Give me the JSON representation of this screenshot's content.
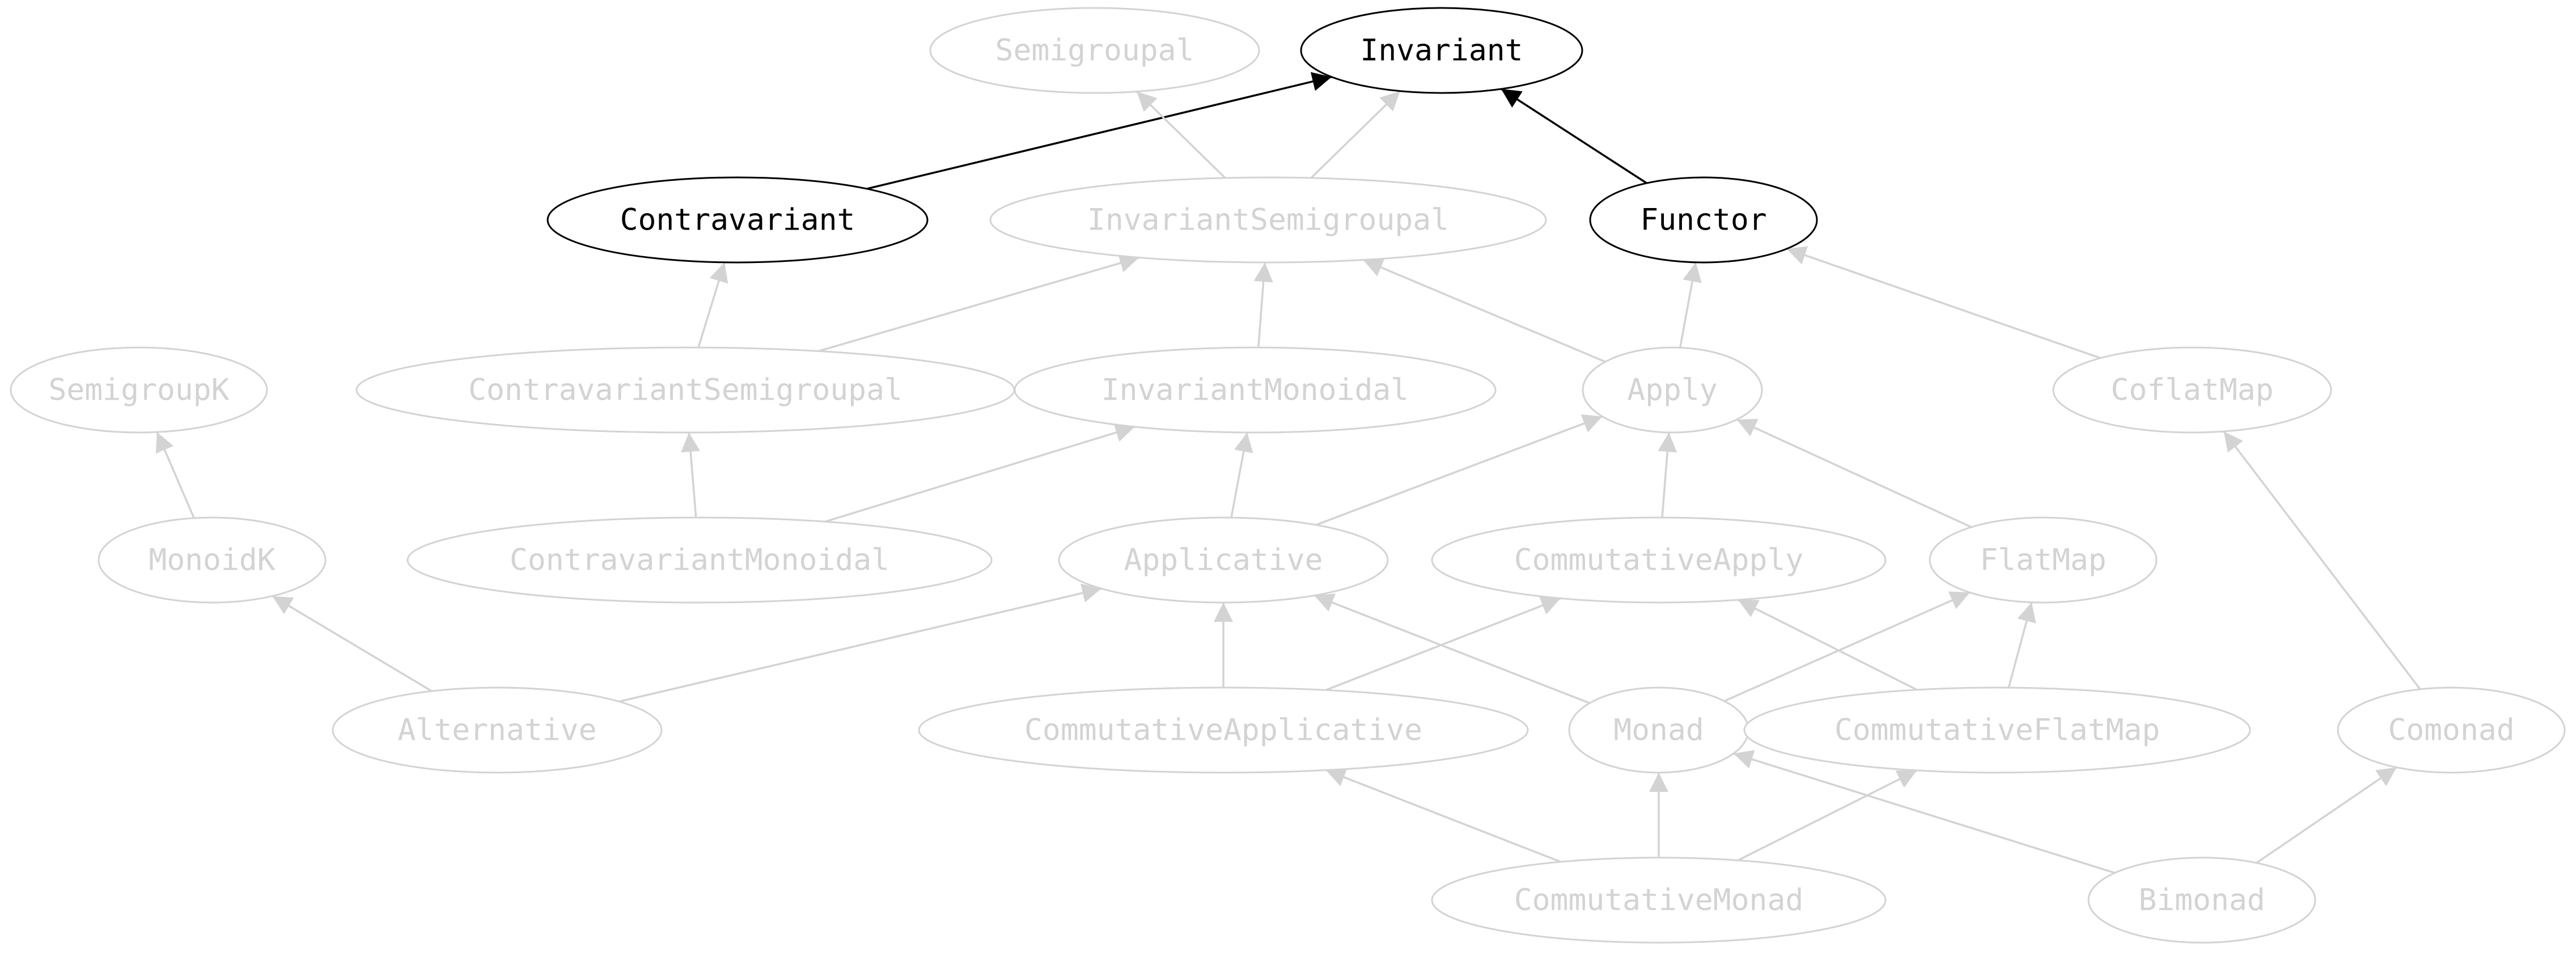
{
  "colors": {
    "highlight": "#000000",
    "faded": "#d3d3d3"
  },
  "nodes": {
    "semigroupal": {
      "label": "Semigroupal",
      "highlighted": false
    },
    "invariant": {
      "label": "Invariant",
      "highlighted": true
    },
    "contravariant": {
      "label": "Contravariant",
      "highlighted": true
    },
    "invariant_semigroupal": {
      "label": "InvariantSemigroupal",
      "highlighted": false
    },
    "functor": {
      "label": "Functor",
      "highlighted": true
    },
    "semigroupk": {
      "label": "SemigroupK",
      "highlighted": false
    },
    "contravariant_semigroupal": {
      "label": "ContravariantSemigroupal",
      "highlighted": false
    },
    "invariant_monoidal": {
      "label": "InvariantMonoidal",
      "highlighted": false
    },
    "apply": {
      "label": "Apply",
      "highlighted": false
    },
    "coflatmap": {
      "label": "CoflatMap",
      "highlighted": false
    },
    "monoidk": {
      "label": "MonoidK",
      "highlighted": false
    },
    "contravariant_monoidal": {
      "label": "ContravariantMonoidal",
      "highlighted": false
    },
    "applicative": {
      "label": "Applicative",
      "highlighted": false
    },
    "commutative_apply": {
      "label": "CommutativeApply",
      "highlighted": false
    },
    "flatmap": {
      "label": "FlatMap",
      "highlighted": false
    },
    "alternative": {
      "label": "Alternative",
      "highlighted": false
    },
    "commutative_applicative": {
      "label": "CommutativeApplicative",
      "highlighted": false
    },
    "monad": {
      "label": "Monad",
      "highlighted": false
    },
    "commutative_flatmap": {
      "label": "CommutativeFlatMap",
      "highlighted": false
    },
    "comonad": {
      "label": "Comonad",
      "highlighted": false
    },
    "commutative_monad": {
      "label": "CommutativeMonad",
      "highlighted": false
    },
    "bimonad": {
      "label": "Bimonad",
      "highlighted": false
    }
  },
  "edges": [
    {
      "from": "contravariant",
      "to": "invariant",
      "highlighted": true
    },
    {
      "from": "functor",
      "to": "invariant",
      "highlighted": true
    },
    {
      "from": "invariant_semigroupal",
      "to": "semigroupal",
      "highlighted": false
    },
    {
      "from": "invariant_semigroupal",
      "to": "invariant",
      "highlighted": false
    },
    {
      "from": "contravariant_semigroupal",
      "to": "contravariant",
      "highlighted": false
    },
    {
      "from": "contravariant_semigroupal",
      "to": "invariant_semigroupal",
      "highlighted": false
    },
    {
      "from": "invariant_monoidal",
      "to": "invariant_semigroupal",
      "highlighted": false
    },
    {
      "from": "apply",
      "to": "invariant_semigroupal",
      "highlighted": false
    },
    {
      "from": "apply",
      "to": "functor",
      "highlighted": false
    },
    {
      "from": "coflatmap",
      "to": "functor",
      "highlighted": false
    },
    {
      "from": "monoidk",
      "to": "semigroupk",
      "highlighted": false
    },
    {
      "from": "contravariant_monoidal",
      "to": "contravariant_semigroupal",
      "highlighted": false
    },
    {
      "from": "contravariant_monoidal",
      "to": "invariant_monoidal",
      "highlighted": false
    },
    {
      "from": "applicative",
      "to": "invariant_monoidal",
      "highlighted": false
    },
    {
      "from": "applicative",
      "to": "apply",
      "highlighted": false
    },
    {
      "from": "commutative_apply",
      "to": "apply",
      "highlighted": false
    },
    {
      "from": "flatmap",
      "to": "apply",
      "highlighted": false
    },
    {
      "from": "alternative",
      "to": "monoidk",
      "highlighted": false
    },
    {
      "from": "alternative",
      "to": "applicative",
      "highlighted": false
    },
    {
      "from": "commutative_applicative",
      "to": "applicative",
      "highlighted": false
    },
    {
      "from": "commutative_applicative",
      "to": "commutative_apply",
      "highlighted": false
    },
    {
      "from": "monad",
      "to": "applicative",
      "highlighted": false
    },
    {
      "from": "monad",
      "to": "flatmap",
      "highlighted": false
    },
    {
      "from": "commutative_flatmap",
      "to": "commutative_apply",
      "highlighted": false
    },
    {
      "from": "commutative_flatmap",
      "to": "flatmap",
      "highlighted": false
    },
    {
      "from": "comonad",
      "to": "coflatmap",
      "highlighted": false
    },
    {
      "from": "commutative_monad",
      "to": "commutative_applicative",
      "highlighted": false
    },
    {
      "from": "commutative_monad",
      "to": "monad",
      "highlighted": false
    },
    {
      "from": "commutative_monad",
      "to": "commutative_flatmap",
      "highlighted": false
    },
    {
      "from": "bimonad",
      "to": "monad",
      "highlighted": false
    },
    {
      "from": "bimonad",
      "to": "comonad",
      "highlighted": false
    }
  ]
}
